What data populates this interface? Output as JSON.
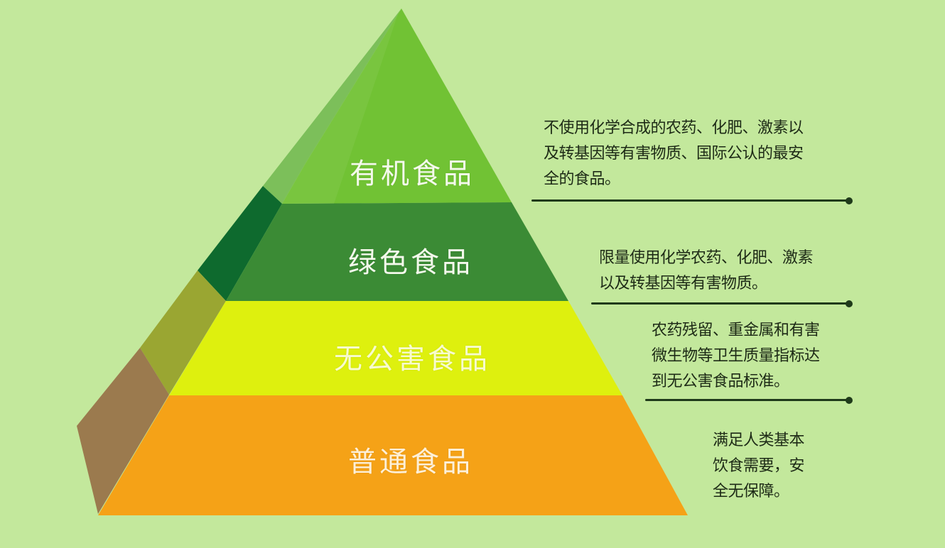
{
  "background_color": "#c3e89c",
  "pyramid": {
    "tiers": [
      {
        "id": "organic",
        "label": "有机食品",
        "front_color": "#71c234",
        "side_color": "#78b85a",
        "description_lines": [
          "不使用化学合成的农药、化肥、激素以",
          "及转基因等有害物质、国际公认的最安",
          "全的食品。"
        ]
      },
      {
        "id": "green",
        "label": "绿色食品",
        "front_color": "#3b8b35",
        "side_color": "#0e6a2e",
        "description_lines": [
          "限量使用化学农药、化肥、激素",
          "以及转基因等有害物质。"
        ]
      },
      {
        "id": "pollution-free",
        "label": "无公害食品",
        "front_color": "#def00e",
        "side_color": "#9aa632",
        "description_lines": [
          "农药残留、重金属和有害",
          "微生物等卫生质量指标达",
          "到无公害食品标准。"
        ]
      },
      {
        "id": "ordinary",
        "label": "普通食品",
        "front_color": "#f5a217",
        "side_color": "#9b7a4e",
        "description_lines": [
          "满足人类基本",
          "饮食需要，安",
          "全无保障。"
        ]
      }
    ]
  },
  "rule_color": "#1f3a1a",
  "text_color": "#1d2a16",
  "label_color": "#f4f9ec"
}
